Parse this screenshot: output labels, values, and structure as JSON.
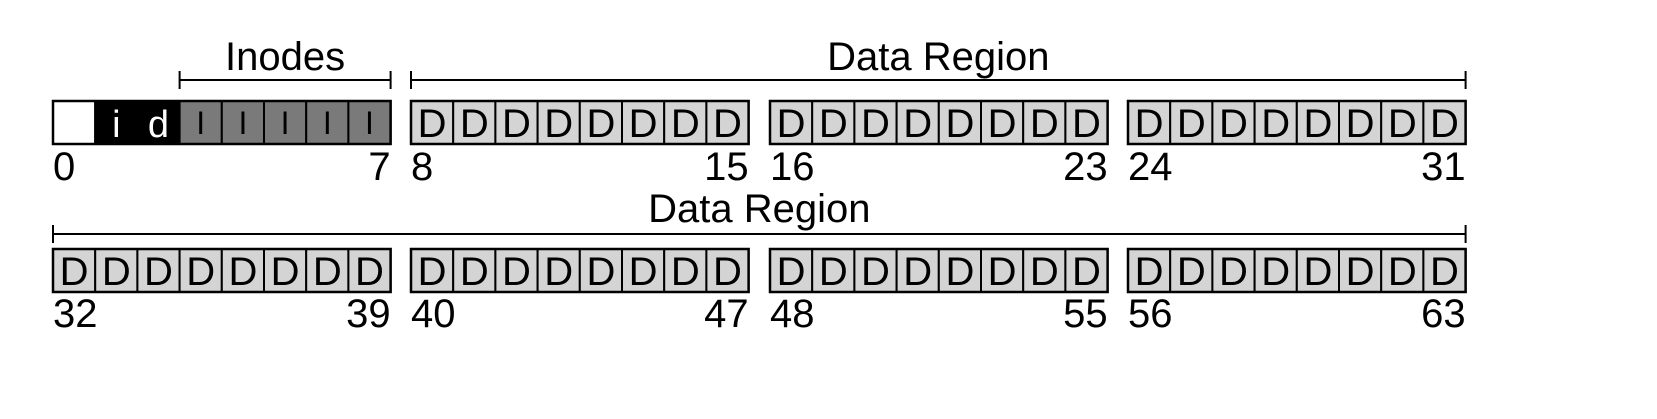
{
  "rows": [
    {
      "region_labels": [
        {
          "text": "Inodes",
          "from_block": 3,
          "to_block": 7
        },
        {
          "text": "Data Region",
          "from_block": 8,
          "to_block": 31
        }
      ],
      "groups": [
        {
          "start_label": "0",
          "end_label": "7",
          "blocks": [
            {
              "letter": "",
              "kind": "superblock"
            },
            {
              "letter": "i",
              "kind": "bitmap"
            },
            {
              "letter": "d",
              "kind": "bitmap"
            },
            {
              "letter": "I",
              "kind": "inode"
            },
            {
              "letter": "I",
              "kind": "inode"
            },
            {
              "letter": "I",
              "kind": "inode"
            },
            {
              "letter": "I",
              "kind": "inode"
            },
            {
              "letter": "I",
              "kind": "inode"
            }
          ]
        },
        {
          "start_label": "8",
          "end_label": "15",
          "blocks": [
            {
              "letter": "D",
              "kind": "data"
            },
            {
              "letter": "D",
              "kind": "data"
            },
            {
              "letter": "D",
              "kind": "data"
            },
            {
              "letter": "D",
              "kind": "data"
            },
            {
              "letter": "D",
              "kind": "data"
            },
            {
              "letter": "D",
              "kind": "data"
            },
            {
              "letter": "D",
              "kind": "data"
            },
            {
              "letter": "D",
              "kind": "data"
            }
          ]
        },
        {
          "start_label": "16",
          "end_label": "23",
          "blocks": [
            {
              "letter": "D",
              "kind": "data"
            },
            {
              "letter": "D",
              "kind": "data"
            },
            {
              "letter": "D",
              "kind": "data"
            },
            {
              "letter": "D",
              "kind": "data"
            },
            {
              "letter": "D",
              "kind": "data"
            },
            {
              "letter": "D",
              "kind": "data"
            },
            {
              "letter": "D",
              "kind": "data"
            },
            {
              "letter": "D",
              "kind": "data"
            }
          ]
        },
        {
          "start_label": "24",
          "end_label": "31",
          "blocks": [
            {
              "letter": "D",
              "kind": "data"
            },
            {
              "letter": "D",
              "kind": "data"
            },
            {
              "letter": "D",
              "kind": "data"
            },
            {
              "letter": "D",
              "kind": "data"
            },
            {
              "letter": "D",
              "kind": "data"
            },
            {
              "letter": "D",
              "kind": "data"
            },
            {
              "letter": "D",
              "kind": "data"
            },
            {
              "letter": "D",
              "kind": "data"
            }
          ]
        }
      ]
    },
    {
      "region_labels": [
        {
          "text": "Data Region",
          "from_block": 32,
          "to_block": 63
        }
      ],
      "groups": [
        {
          "start_label": "32",
          "end_label": "39",
          "blocks": [
            {
              "letter": "D",
              "kind": "data"
            },
            {
              "letter": "D",
              "kind": "data"
            },
            {
              "letter": "D",
              "kind": "data"
            },
            {
              "letter": "D",
              "kind": "data"
            },
            {
              "letter": "D",
              "kind": "data"
            },
            {
              "letter": "D",
              "kind": "data"
            },
            {
              "letter": "D",
              "kind": "data"
            },
            {
              "letter": "D",
              "kind": "data"
            }
          ]
        },
        {
          "start_label": "40",
          "end_label": "47",
          "blocks": [
            {
              "letter": "D",
              "kind": "data"
            },
            {
              "letter": "D",
              "kind": "data"
            },
            {
              "letter": "D",
              "kind": "data"
            },
            {
              "letter": "D",
              "kind": "data"
            },
            {
              "letter": "D",
              "kind": "data"
            },
            {
              "letter": "D",
              "kind": "data"
            },
            {
              "letter": "D",
              "kind": "data"
            },
            {
              "letter": "D",
              "kind": "data"
            }
          ]
        },
        {
          "start_label": "48",
          "end_label": "55",
          "blocks": [
            {
              "letter": "D",
              "kind": "data"
            },
            {
              "letter": "D",
              "kind": "data"
            },
            {
              "letter": "D",
              "kind": "data"
            },
            {
              "letter": "D",
              "kind": "data"
            },
            {
              "letter": "D",
              "kind": "data"
            },
            {
              "letter": "D",
              "kind": "data"
            },
            {
              "letter": "D",
              "kind": "data"
            },
            {
              "letter": "D",
              "kind": "data"
            }
          ]
        },
        {
          "start_label": "56",
          "end_label": "63",
          "blocks": [
            {
              "letter": "D",
              "kind": "data"
            },
            {
              "letter": "D",
              "kind": "data"
            },
            {
              "letter": "D",
              "kind": "data"
            },
            {
              "letter": "D",
              "kind": "data"
            },
            {
              "letter": "D",
              "kind": "data"
            },
            {
              "letter": "D",
              "kind": "data"
            },
            {
              "letter": "D",
              "kind": "data"
            },
            {
              "letter": "D",
              "kind": "data"
            }
          ]
        }
      ]
    }
  ],
  "colors": {
    "superblock": "#ffffff",
    "bitmap": "#000000",
    "inode": "#7a7a7a",
    "data": "#d4d4d4",
    "outline": "#000000"
  }
}
